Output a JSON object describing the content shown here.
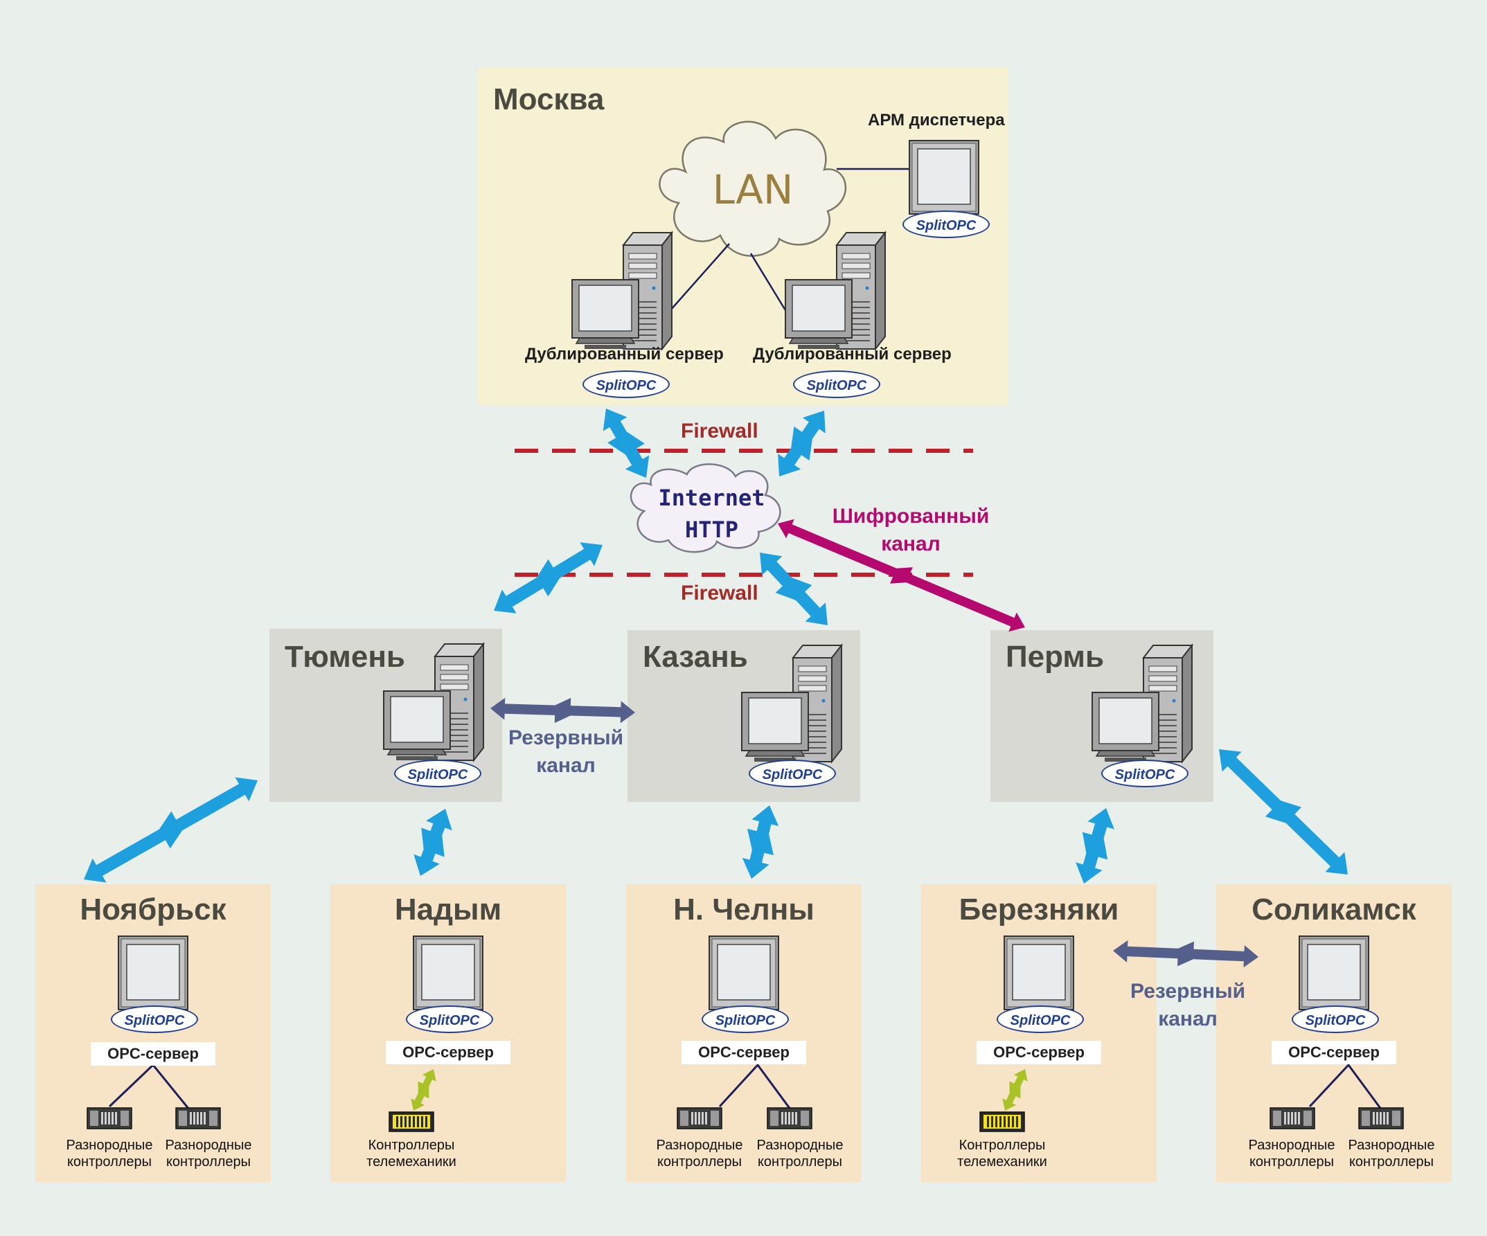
{
  "hq": {
    "city": "Москва",
    "lan": "LAN",
    "arm_label": "АРМ диспетчера",
    "server_label": "Дублированный  сервер"
  },
  "product": {
    "badge": "SplitOPC"
  },
  "network": {
    "internet_line1": "Internet",
    "internet_line2": "HTTP",
    "firewall": "Firewall",
    "encrypted_line1": "Шифрованный",
    "encrypted_line2": "канал",
    "reserve_line1": "Резервный",
    "reserve_line2": "канал"
  },
  "regions": [
    "Тюмень",
    "Казань",
    "Пермь"
  ],
  "sites": [
    {
      "city": "Ноябрьск",
      "opc": "OPC-сервер",
      "ctl_left_1": "Разнородные",
      "ctl_left_2": "контроллеры",
      "ctl_right_1": "Разнородные",
      "ctl_right_2": "контроллеры"
    },
    {
      "city": "Надым",
      "opc": "OPC-сервер",
      "ctl_1": "Контроллеры",
      "ctl_2": "телемеханики"
    },
    {
      "city": "Н. Челны",
      "opc": "OPC-сервер",
      "ctl_left_1": "Разнородные",
      "ctl_left_2": "контроллеры",
      "ctl_right_1": "Разнородные",
      "ctl_right_2": "контроллеры"
    },
    {
      "city": "Березняки",
      "opc": "OPC-сервер",
      "ctl_1": "Контроллеры",
      "ctl_2": "телемеханики"
    },
    {
      "city": "Соликамск",
      "opc": "OPC-сервер",
      "ctl_left_1": "Разнородные",
      "ctl_left_2": "контроллеры",
      "ctl_right_1": "Разнородные",
      "ctl_right_2": "контроллеры"
    }
  ],
  "colors": {
    "moscow_bg": "#f7f1d3",
    "region_bg": "#d9d9d4",
    "site_bg": "#f7e3c6",
    "link_blue": "#1ea0de",
    "encrypted": "#b5096f",
    "reserve": "#555f8c",
    "firewall": "#c0202a",
    "page_bg": "#e9efea"
  }
}
